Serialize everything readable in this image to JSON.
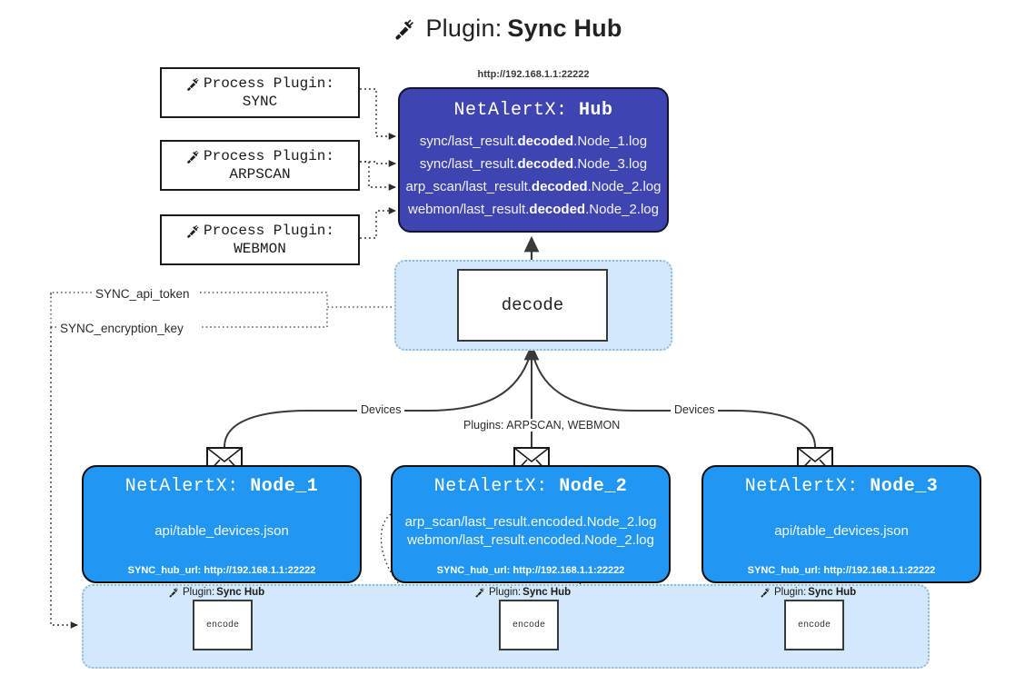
{
  "title": {
    "icon": "plug-icon",
    "prefix": "Plugin:",
    "name": "Sync Hub"
  },
  "process_plugins": [
    {
      "icon": "plug-icon",
      "line1": "Process Plugin:",
      "line2": "SYNC"
    },
    {
      "icon": "plug-icon",
      "line1": "Process Plugin:",
      "line2": "ARPSCAN"
    },
    {
      "icon": "plug-icon",
      "line1": "Process Plugin:",
      "line2": "WEBMON"
    }
  ],
  "hub": {
    "url": "http://192.168.1.1:22222",
    "label_prefix": "NetAlertX:",
    "label_name": "Hub",
    "color": "#3f45b0",
    "logs": [
      {
        "pre": "sync/last_result.",
        "mid": "decoded",
        "post": ".Node_1.log"
      },
      {
        "pre": "sync/last_result.",
        "mid": "decoded",
        "post": ".Node_3.log"
      },
      {
        "pre": "arp_scan/last_result.",
        "mid": "decoded",
        "post": ".Node_2.log"
      },
      {
        "pre": "webmon/last_result.",
        "mid": "decoded",
        "post": ".Node_2.log"
      }
    ]
  },
  "decode": {
    "label": "decode",
    "container_color": "#d3e9fb"
  },
  "tokens": {
    "api_token": "SYNC_api_token",
    "encryption_key": "SYNC_encryption_key"
  },
  "edge_labels": {
    "devices_left": "Devices",
    "devices_right": "Devices",
    "plugins": "Plugins: ARPSCAN, WEBMON"
  },
  "nodes": [
    {
      "label_prefix": "NetAlertX:",
      "label_name": "Node_1",
      "color": "#2196f3",
      "lines": [
        "api/table_devices.json"
      ],
      "footer": "SYNC_hub_url: http://192.168.1.1:22222",
      "envelope_icon": "envelope-icon"
    },
    {
      "label_prefix": "NetAlertX:",
      "label_name": "Node_2",
      "color": "#2196f3",
      "lines": [
        "arp_scan/last_result.encoded.Node_2.log",
        "webmon/last_result.encoded.Node_2.log"
      ],
      "footer": "SYNC_hub_url: http://192.168.1.1:22222",
      "envelope_icon": "envelope-icon"
    },
    {
      "label_prefix": "NetAlertX:",
      "label_name": "Node_3",
      "color": "#2196f3",
      "lines": [
        "api/table_devices.json"
      ],
      "footer": "SYNC_hub_url: http://192.168.1.1:22222",
      "envelope_icon": "envelope-icon"
    }
  ],
  "encoders": [
    {
      "caption_icon": "plug-icon",
      "caption_prefix": "Plugin:",
      "caption_name": "Sync Hub",
      "label": "encode"
    },
    {
      "caption_icon": "plug-icon",
      "caption_prefix": "Plugin:",
      "caption_name": "Sync Hub",
      "label": "encode"
    },
    {
      "caption_icon": "plug-icon",
      "caption_prefix": "Plugin:",
      "caption_name": "Sync Hub",
      "label": "encode"
    }
  ]
}
